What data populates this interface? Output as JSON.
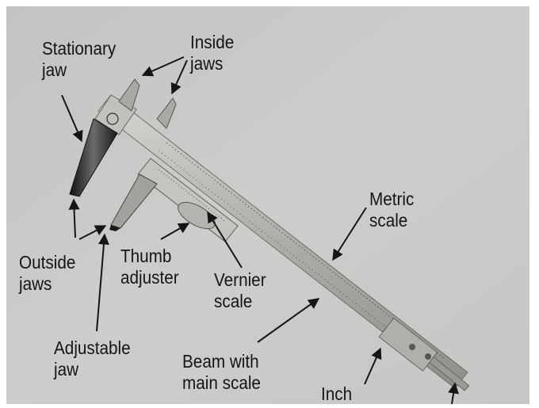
{
  "labels": {
    "stationary_jaw": "Stationary\njaw",
    "inside_jaws": "Inside\njaws",
    "outside_jaws": "Outside\njaws",
    "thumb_adjuster": "Thumb\nadjuster",
    "vernier_scale": "Vernier\nscale",
    "adjustable_jaw": "Adjustable\njaw",
    "beam_main_scale": "Beam with\nmain scale",
    "metric_scale": "Metric\nscale",
    "inch": "Inch"
  },
  "colors": {
    "paper": "#c9c9c7",
    "text": "#151515",
    "steel": "#b8b8b2",
    "jaw_dark": "#2a2a2a"
  }
}
